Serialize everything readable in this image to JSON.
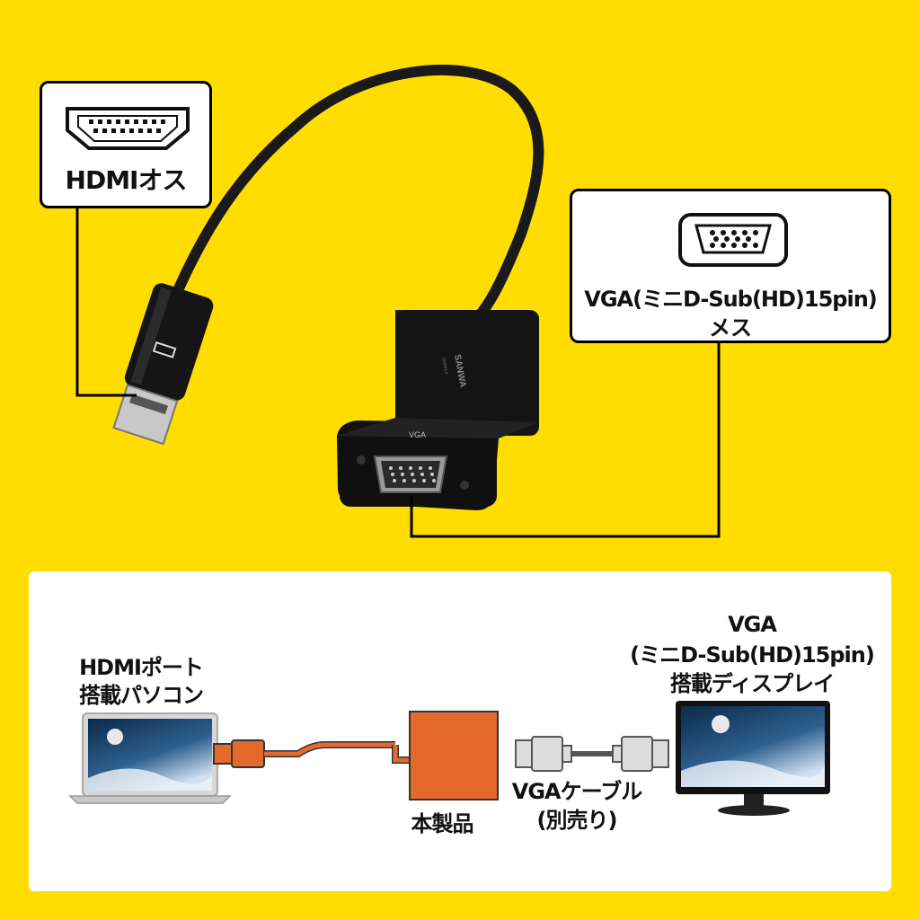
{
  "callouts": {
    "hdmi": {
      "label": "HDMIオス",
      "icon": "hdmi-port-icon"
    },
    "vga": {
      "label_line1": "VGA(ミニD-Sub(HD)15pin)",
      "label_line2": "メス",
      "icon": "vga-port-icon"
    }
  },
  "product": {
    "brand_line1": "SANWA",
    "brand_line2": "SUPPLY",
    "port_label": "VGA"
  },
  "diagram": {
    "pc_label_line1": "HDMIポート",
    "pc_label_line2": "搭載パソコン",
    "adapter_label": "本製品",
    "cable_label_line1": "VGAケーブル",
    "cable_label_line2": "(別売り)",
    "display_label_line1": "VGA",
    "display_label_line2": "(ミニD-Sub(HD)15pin)",
    "display_label_line3": "搭載ディスプレイ"
  },
  "colors": {
    "background": "#ffdd00",
    "accent_orange": "#e46a2c",
    "panel": "#ffffff"
  }
}
